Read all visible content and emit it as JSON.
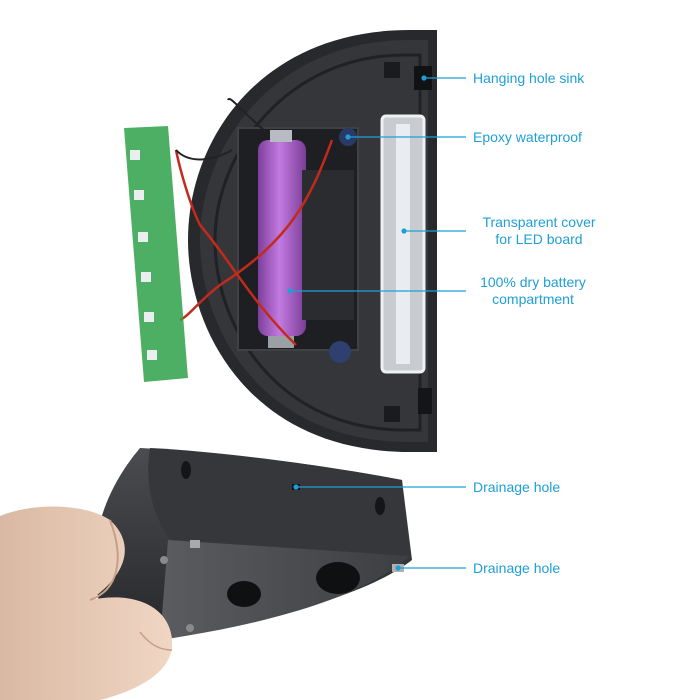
{
  "image": {
    "description_free": true
  },
  "callouts": [
    {
      "id": "hanging",
      "label": "Hanging hole sink"
    },
    {
      "id": "epoxy",
      "label": "Epoxy waterproof"
    },
    {
      "id": "cover_line1",
      "label": "Transparent cover"
    },
    {
      "id": "cover_line2",
      "label": "for LED board"
    },
    {
      "id": "battery_line1",
      "label": "100% dry battery"
    },
    {
      "id": "battery_line2",
      "label": "compartment"
    },
    {
      "id": "drain_top",
      "label": "Drainage hole"
    },
    {
      "id": "drain_bottom",
      "label": "Drainage hole"
    }
  ],
  "colors": {
    "callout": "#1e9fd6",
    "housing": "#2b2d31",
    "pcb": "#2fa24a",
    "battery": "#a45bc4"
  }
}
